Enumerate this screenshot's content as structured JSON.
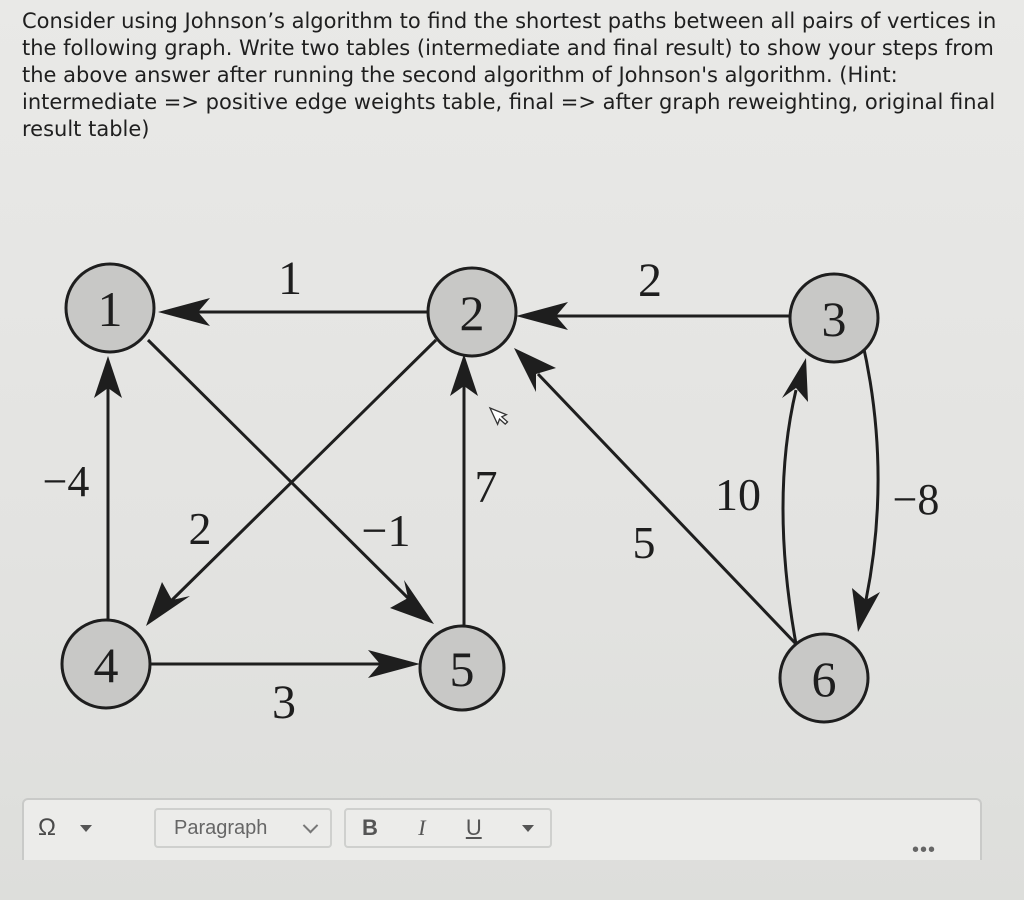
{
  "question": {
    "text": "Consider using Johnson’s algorithm to find the shortest paths between all pairs of vertices in the following graph. Write two tables (intermediate and final result) to show your steps from the above answer after running the second algorithm of Johnson's algorithm. (Hint: intermediate => positive edge weights table, final => after graph reweighting, original final result table)"
  },
  "graph": {
    "nodes": [
      {
        "id": "1",
        "label": "1"
      },
      {
        "id": "2",
        "label": "2"
      },
      {
        "id": "3",
        "label": "3"
      },
      {
        "id": "4",
        "label": "4"
      },
      {
        "id": "5",
        "label": "5"
      },
      {
        "id": "6",
        "label": "6"
      }
    ],
    "edges": [
      {
        "from": "2",
        "to": "1",
        "weight": "1"
      },
      {
        "from": "3",
        "to": "2",
        "weight": "2"
      },
      {
        "from": "4",
        "to": "1",
        "weight": "−4"
      },
      {
        "from": "2",
        "to": "4",
        "weight": "2"
      },
      {
        "from": "1",
        "to": "5",
        "weight": "−1"
      },
      {
        "from": "5",
        "to": "2",
        "weight": "7"
      },
      {
        "from": "6",
        "to": "2",
        "weight": "5"
      },
      {
        "from": "6",
        "to": "3",
        "weight": "10"
      },
      {
        "from": "3",
        "to": "6",
        "weight": "−8"
      },
      {
        "from": "4",
        "to": "5",
        "weight": "3"
      }
    ]
  },
  "toolbar": {
    "special_char_icon": "omega-icon",
    "special_char_glyph": "Ω",
    "paragraph_label": "Paragraph",
    "bold_label": "B",
    "italic_label": "I",
    "underline_label": "U",
    "more_label": "•••"
  }
}
